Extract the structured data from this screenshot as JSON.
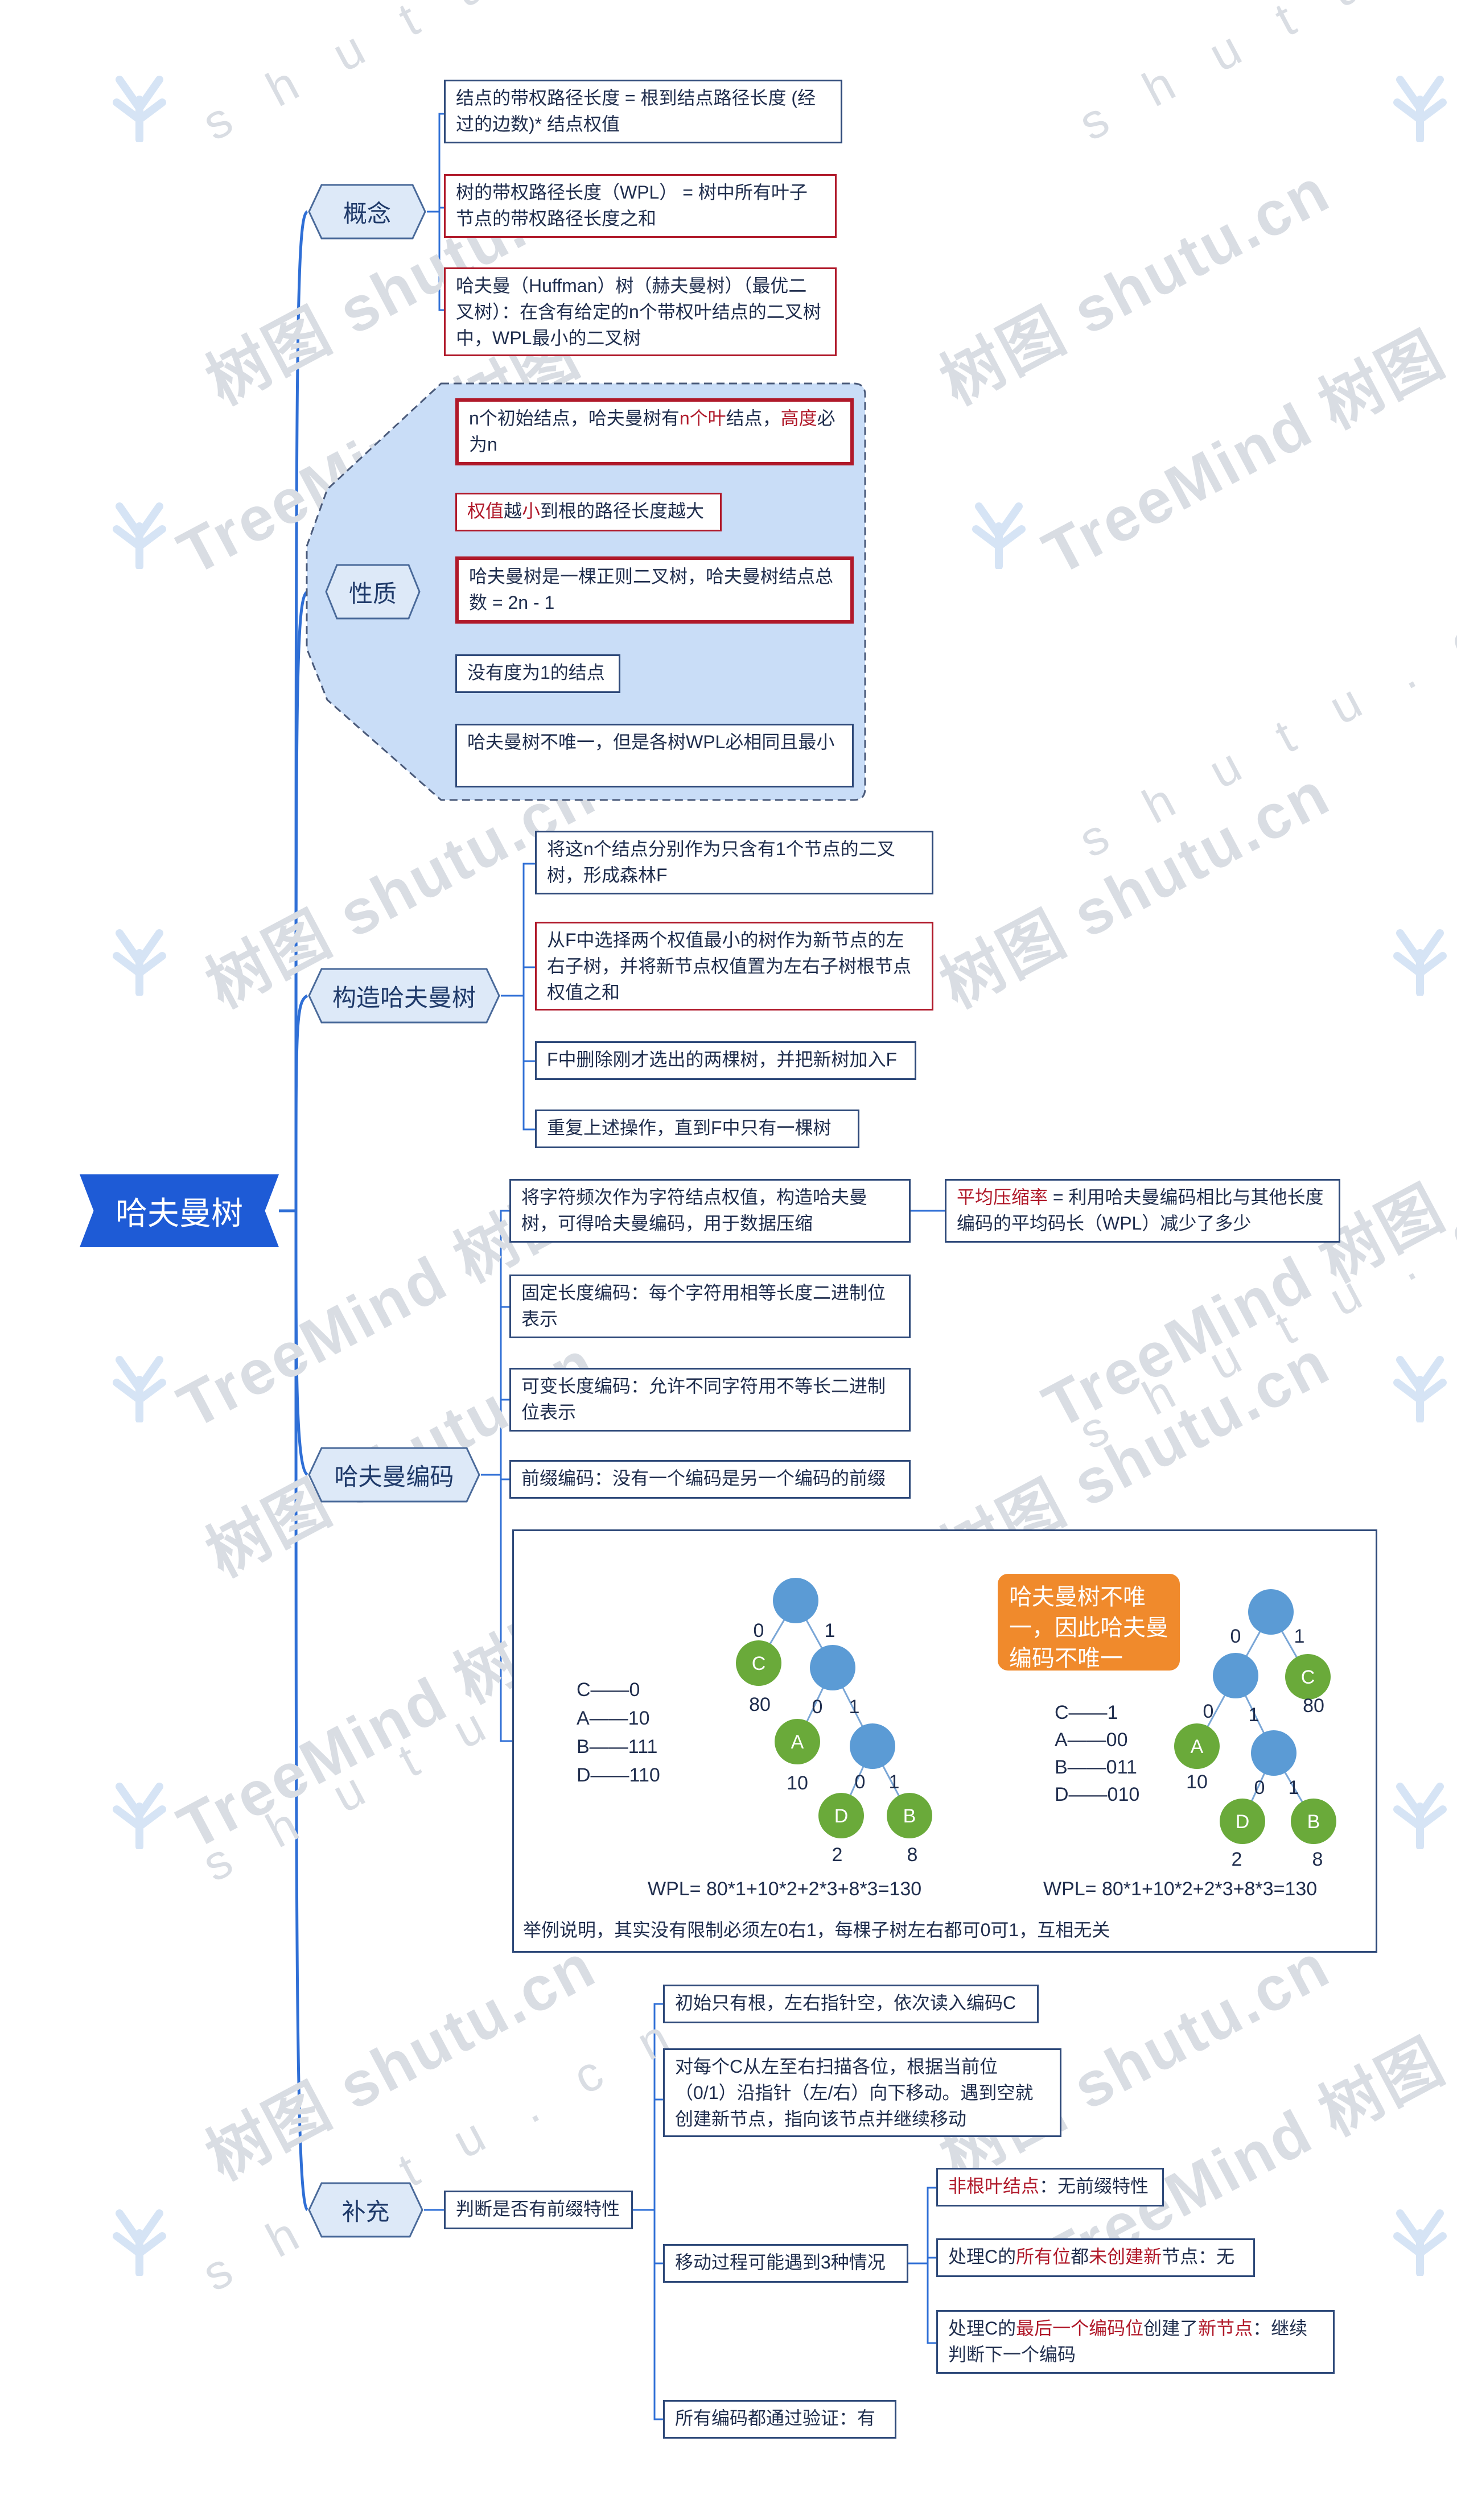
{
  "root": {
    "label": "哈夫曼树"
  },
  "branches": {
    "concept": {
      "label": "概念",
      "items": [
        "结点的带权路径长度 = 根到结点路径长度 (经过的边数)* 结点权值",
        "树的带权路径长度（WPL） = 树中所有叶子节点的带权路径长度之和",
        "哈夫曼（Huffman）树（赫夫曼树）（最优二叉树）：在含有给定的n个带权叶结点的二叉树中，WPL最小的二叉树"
      ]
    },
    "property": {
      "label": "性质",
      "items": [
        "n个初始结点，哈夫曼树有n个叶结点，高度必为n",
        "权值越小到根的路径长度越大",
        "哈夫曼树是一棵正则二叉树，哈夫曼树结点总数 = 2n - 1",
        "没有度为1的结点",
        "哈夫曼树不唯一，但是各树WPL必相同且最小"
      ]
    },
    "construct": {
      "label": "构造哈夫曼树",
      "items": [
        "将这n个结点分别作为只含有1个节点的二叉树，形成森林F",
        "从F中选择两个权值最小的树作为新节点的左右子树，并将新节点权值置为左右子树根节点权值之和",
        "F中删除刚才选出的两棵树，并把新树加入F",
        "重复上述操作，直到F中只有一棵树"
      ]
    },
    "coding": {
      "label": "哈夫曼编码",
      "items": [
        "将字符频次作为字符结点权值，构造哈夫曼树，可得哈夫曼编码，用于数据压缩",
        "固定长度编码：每个字符用相等长度二进制位表示",
        "可变长度编码：允许不同字符用不等长二进制位表示",
        "前缀编码：没有一个编码是另一个编码的前缀"
      ],
      "compress_note": {
        "term": "平均压缩率",
        "rest": " = 利用哈夫曼编码相比与其他长度编码的平均码长（WPL）减少了多少"
      },
      "example": {
        "caption": "举例说明，其实没有限制必须左0右1，每棵子树左右都可0可1，互相无关",
        "callout": "哈夫曼树不唯一，因此哈夫曼编码不唯一",
        "left_codes": [
          "C——0",
          "A——10",
          "B——111",
          "D——110"
        ],
        "right_codes": [
          "C——1",
          "A——00",
          "B——011",
          "D——010"
        ],
        "wpl": "WPL= 80*1+10*2+2*3+8*3=130",
        "leaf_names": [
          "C",
          "A",
          "D",
          "B"
        ],
        "leaf_weights": [
          "80",
          "10",
          "2",
          "8"
        ],
        "bits": [
          "0",
          "1"
        ]
      }
    },
    "supplement": {
      "label": "补充",
      "judge": "判断是否有前缀特性",
      "steps": [
        "初始只有根，左右指针空，依次读入编码C",
        "对每个C从左至右扫描各位，根据当前位（0/1）沿指针（左/右）向下移动。遇到空就创建新节点，指向该节点并继续移动",
        "移动过程可能遇到3种情况",
        "所有编码都通过验证：有"
      ],
      "cases": [
        {
          "a": "非根叶结点",
          "b": "：无前缀特性"
        },
        {
          "a": "处理C的",
          "b": "所有位",
          "c": "都",
          "d": "未创建新",
          "e": "节点：无"
        },
        {
          "a": "处理C的",
          "b": "最后一个编码位",
          "c": "创建了",
          "d": "新节点",
          "e": "：继续判断下一个编码"
        }
      ]
    }
  },
  "watermark": {
    "cn": "树图 shutu.cn",
    "en": "TreeMind 树图",
    "url": "s h u t u . c n"
  },
  "colors": {
    "root": "#1e5bd6",
    "line": "#2f6fd6",
    "accent_red": "#b0192a",
    "tree_node": "#5b9bd5",
    "leaf_node": "#6aaa3a",
    "callout": "#f08a2c"
  }
}
